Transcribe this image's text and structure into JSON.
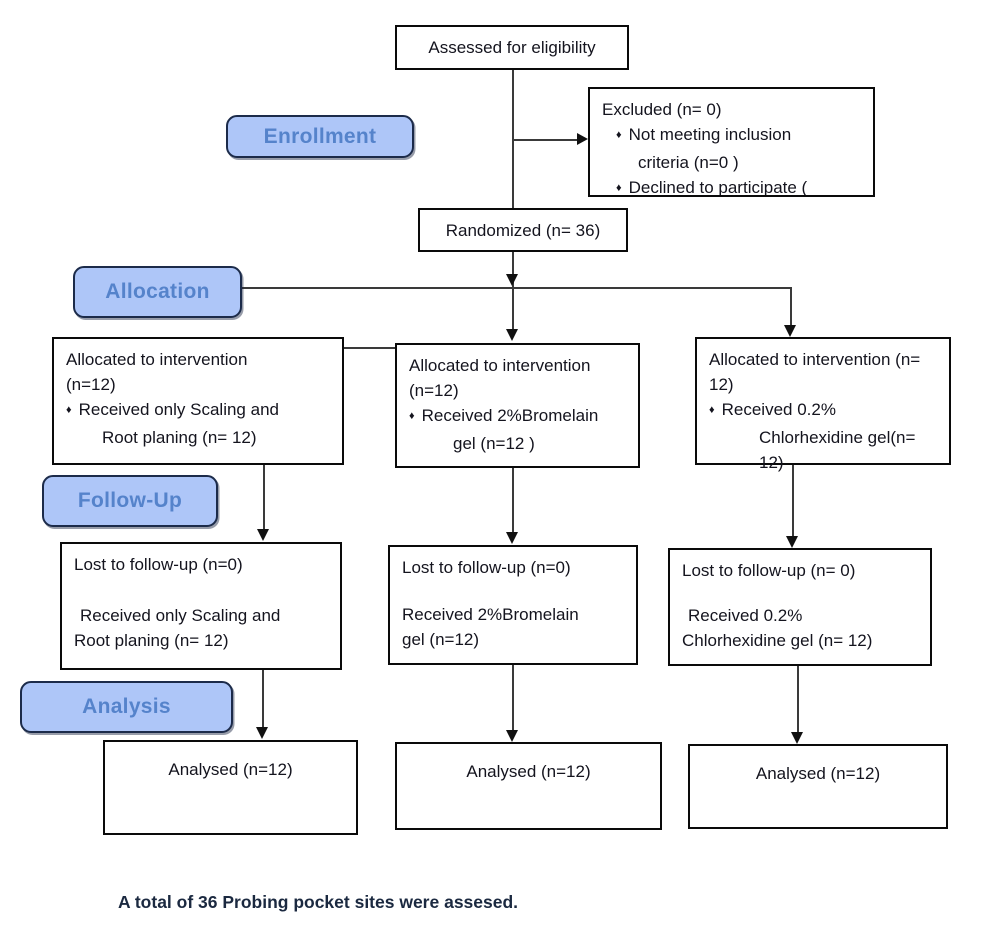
{
  "diagram_type": "consort-flow-chart",
  "glyphs": {
    "bullet": "♦"
  },
  "colors": {
    "stage_fill": "#aec6f8",
    "stage_border": "#1c2b4a",
    "stage_text": "#5583cb",
    "box_border": "#0a0a0a",
    "arrow": "#3a3a3a",
    "body_text": "#14141e"
  },
  "stages": {
    "enrollment": "Enrollment",
    "allocation": "Allocation",
    "followup": "Follow-Up",
    "analysis": "Analysis"
  },
  "flow": {
    "eligibility": "Assessed for eligibility",
    "excluded": {
      "title": "Excluded (n= 0)",
      "item1_line1": "Not meeting inclusion",
      "item1_line2": "criteria (n=0 )",
      "item2_clipped": "Declined to participate ("
    },
    "randomized": "Randomized (n= 36)",
    "footer_note": "A total of 36 Probing pocket sites  were assesed."
  },
  "columns": [
    {
      "allocated": {
        "line1": "Allocated to intervention",
        "line2": "(n=12)",
        "bullet_line1": "Received only Scaling and",
        "bullet_line2": "Root planing (n= 12)"
      },
      "followup": {
        "line1": "Lost to follow-up (n=0)",
        "line2": "Received only Scaling and",
        "line3": "Root planing (n= 12)"
      },
      "analysed": "Analysed (n=12)"
    },
    {
      "allocated": {
        "line1": "Allocated to intervention",
        "line2": "(n=12)",
        "bullet_line1": "Received 2%Bromelain",
        "bullet_line2": "gel (n=12 )"
      },
      "followup": {
        "line1": "Lost to follow-up (n=0)",
        "line2": "Received 2%Bromelain",
        "line3": "gel (n=12)"
      },
      "analysed": "Analysed (n=12)"
    },
    {
      "allocated": {
        "line1": "Allocated to intervention (n=",
        "line2": "12)",
        "bullet_line1": "Received 0.2%",
        "bullet_line2": "Chlorhexidine gel(n= 12)"
      },
      "followup": {
        "line1": "Lost to follow-up (n= 0)",
        "line2": "Received 0.2%",
        "line3": "Chlorhexidine gel (n= 12)"
      },
      "analysed": "Analysed (n=12)"
    }
  ]
}
